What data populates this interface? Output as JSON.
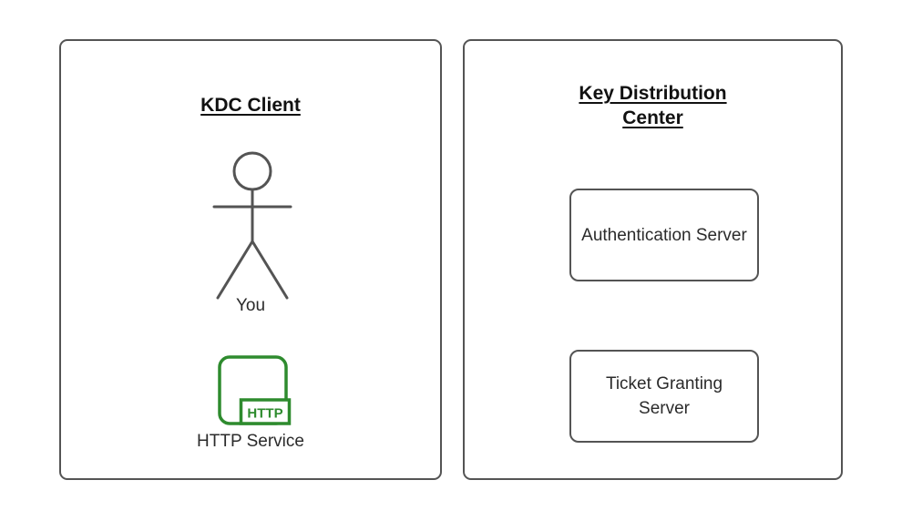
{
  "colors": {
    "background": "#ffffff",
    "stroke_gray": "#545454",
    "text_dark": "#2b2b2b",
    "title_black": "#111111",
    "accent_green": "#2e8b2e"
  },
  "left_panel": {
    "title": "KDC Client",
    "actor": {
      "icon": "person-actor-icon",
      "label": "You"
    },
    "service": {
      "icon": "http-app-icon",
      "badge": "HTTP",
      "label": "HTTP Service"
    }
  },
  "right_panel": {
    "title": "Key Distribution Center",
    "servers": [
      {
        "label": "Authentication Server"
      },
      {
        "label": "Ticket Granting Server"
      }
    ]
  }
}
